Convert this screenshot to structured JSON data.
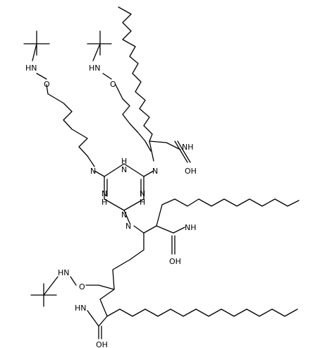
{
  "labels": {
    "nh_tl": "HN",
    "o_tl": "O",
    "nh_tc": "HN",
    "o_tc": "O",
    "amide_top_nh": "NH",
    "amide_top_oh": "OH",
    "ring_n_left": "N",
    "ring_nh_top": "H\nN",
    "ring_n_right": "N",
    "ring_nh_left": "N\nH",
    "ring_nh_right": "N\nH",
    "ring_n_bottom": "N",
    "n_bottom_link": "N",
    "amide_mid_nh": "NH",
    "amide_mid_oh": "OH",
    "nh_bl": "HN",
    "o_bl": "O",
    "amide_bot_nh": "HN",
    "amide_bot_oh": "OH"
  }
}
